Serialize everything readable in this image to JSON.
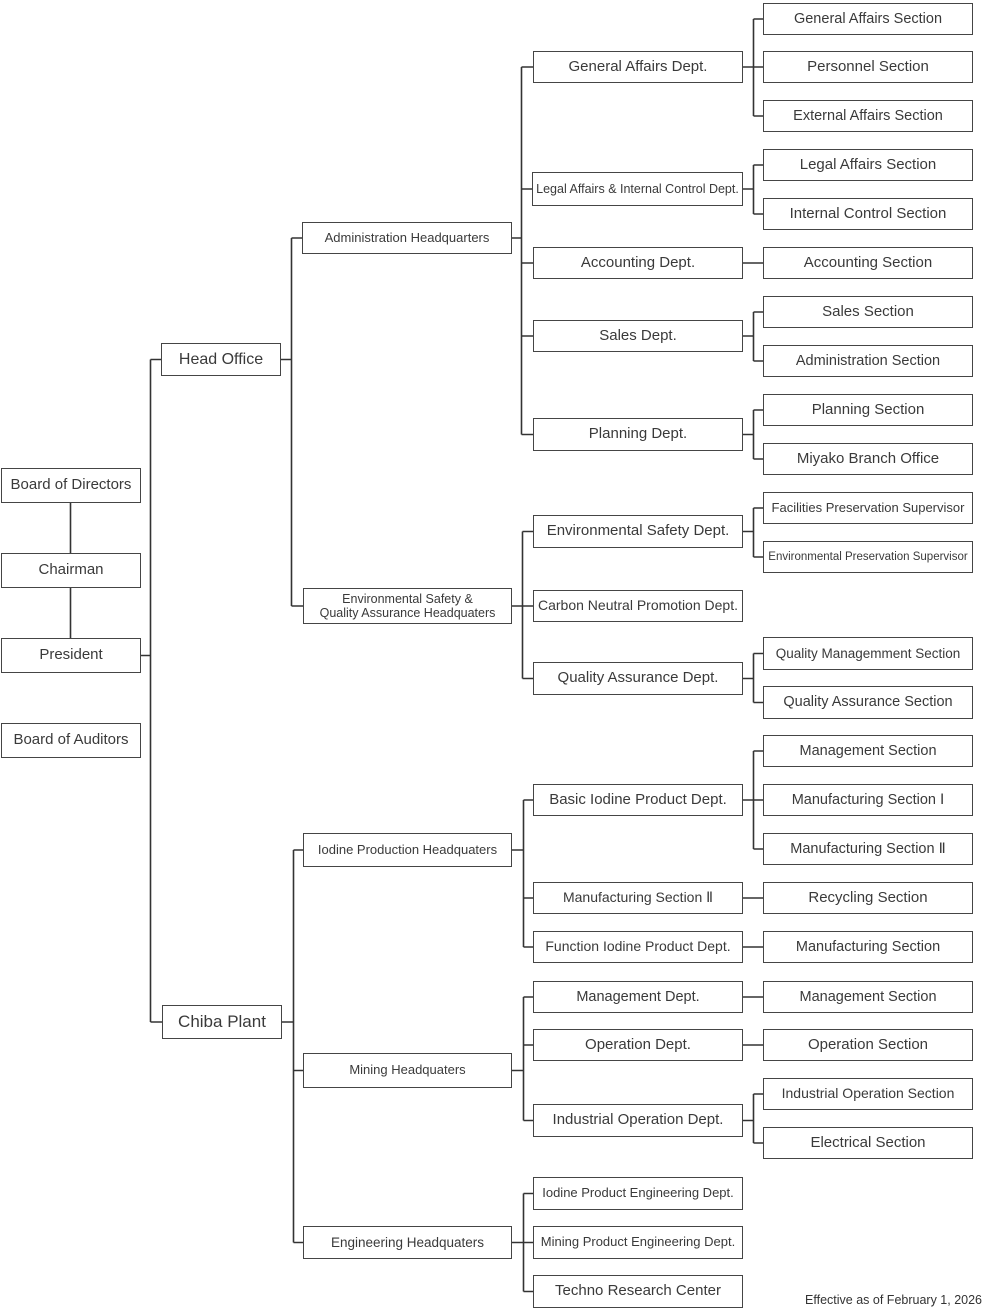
{
  "footer": {
    "note": "Effective as of February 1, 2026"
  },
  "nodes": {
    "board_of_directors": "Board of Directors",
    "chairman": "Chairman",
    "president": "President",
    "board_of_auditors": "Board of Auditors",
    "head_office": "Head Office",
    "chiba_plant": "Chiba Plant",
    "administration_hq": "Administration Headquarters",
    "env_safety_qa_hq": "Environmental Safety &\nQuality Assurance Headquaters",
    "iodine_production_hq": "Iodine Production Headquaters",
    "mining_hq": "Mining Headquaters",
    "engineering_hq": "Engineering Headquaters",
    "general_affairs_dept": "General Affairs Dept.",
    "legal_affairs_dept": "Legal Affairs & Internal Control Dept.",
    "accounting_dept": "Accounting Dept.",
    "sales_dept": "Sales Dept.",
    "planning_dept": "Planning Dept.",
    "env_safety_dept": "Environmental Safety Dept.",
    "carbon_neutral_dept": "Carbon Neutral Promotion Dept.",
    "quality_assurance_dept": "Quality Assurance Dept.",
    "basic_iodine_product_dept": "Basic Iodine Product Dept.",
    "manufacturing_section_2_dept": "Manufacturing Section Ⅱ",
    "function_iodine_product_dept": "Function Iodine Product Dept.",
    "management_dept": "Management Dept.",
    "operation_dept": "Operation Dept.",
    "industrial_operation_dept": "Industrial Operation Dept.",
    "iodine_product_engineering_dept": "Iodine Product Engineering Dept.",
    "mining_product_engineering_dept": "Mining Product Engineering Dept.",
    "techno_research_center": "Techno Research Center",
    "general_affairs_section": "General Affairs Section",
    "personnel_section": "Personnel Section",
    "external_affairs_section": "External Affairs Section",
    "legal_affairs_section": "Legal Affairs Section",
    "internal_control_section": "Internal Control Section",
    "accounting_section": "Accounting Section",
    "sales_section": "Sales Section",
    "administration_section": "Administration Section",
    "planning_section": "Planning Section",
    "miyako_branch_office": "Miyako Branch Office",
    "facilities_preservation_supervisor": "Facilities Preservation Supervisor",
    "environmental_preservation_supervisor": "Environmental Preservation Supervisor",
    "quality_management_section": "Quality Managemment Section",
    "quality_assurance_section": "Quality Assurance Section",
    "management_section_iodine": "Management Section",
    "manufacturing_section_1": "Manufacturing Section Ⅰ",
    "manufacturing_section_2": "Manufacturing Section Ⅱ",
    "recycling_section": "Recycling Section",
    "manufacturing_section_plain": "Manufacturing Section",
    "management_section_mining": "Management Section",
    "operation_section": "Operation Section",
    "industrial_operation_section": "Industrial Operation Section",
    "electrical_section": "Electrical Section"
  },
  "hierarchy_edges": {
    "board_of_directors": [
      "chairman"
    ],
    "chairman": [
      "president"
    ],
    "president": [
      "head_office",
      "chiba_plant"
    ],
    "head_office": [
      "administration_hq",
      "env_safety_qa_hq"
    ],
    "chiba_plant": [
      "iodine_production_hq",
      "mining_hq",
      "engineering_hq"
    ],
    "administration_hq": [
      "general_affairs_dept",
      "legal_affairs_dept",
      "accounting_dept",
      "sales_dept",
      "planning_dept"
    ],
    "env_safety_qa_hq": [
      "env_safety_dept",
      "carbon_neutral_dept",
      "quality_assurance_dept"
    ],
    "iodine_production_hq": [
      "basic_iodine_product_dept",
      "manufacturing_section_2_dept",
      "function_iodine_product_dept"
    ],
    "mining_hq": [
      "management_dept",
      "operation_dept",
      "industrial_operation_dept"
    ],
    "engineering_hq": [
      "iodine_product_engineering_dept",
      "mining_product_engineering_dept",
      "techno_research_center"
    ],
    "general_affairs_dept": [
      "general_affairs_section",
      "personnel_section",
      "external_affairs_section"
    ],
    "legal_affairs_dept": [
      "legal_affairs_section",
      "internal_control_section"
    ],
    "accounting_dept": [
      "accounting_section"
    ],
    "sales_dept": [
      "sales_section",
      "administration_section"
    ],
    "planning_dept": [
      "planning_section",
      "miyako_branch_office"
    ],
    "env_safety_dept": [
      "facilities_preservation_supervisor",
      "environmental_preservation_supervisor"
    ],
    "quality_assurance_dept": [
      "quality_management_section",
      "quality_assurance_section"
    ],
    "basic_iodine_product_dept": [
      "management_section_iodine",
      "manufacturing_section_1",
      "manufacturing_section_2"
    ],
    "manufacturing_section_2_dept": [
      "recycling_section"
    ],
    "function_iodine_product_dept": [
      "manufacturing_section_plain"
    ],
    "management_dept": [
      "management_section_mining"
    ],
    "operation_dept": [
      "operation_section"
    ],
    "industrial_operation_dept": [
      "industrial_operation_section",
      "electrical_section"
    ]
  },
  "colors": {
    "line": "#333333",
    "border": "#454545",
    "text": "#3a3a3a",
    "background": "#ffffff"
  }
}
